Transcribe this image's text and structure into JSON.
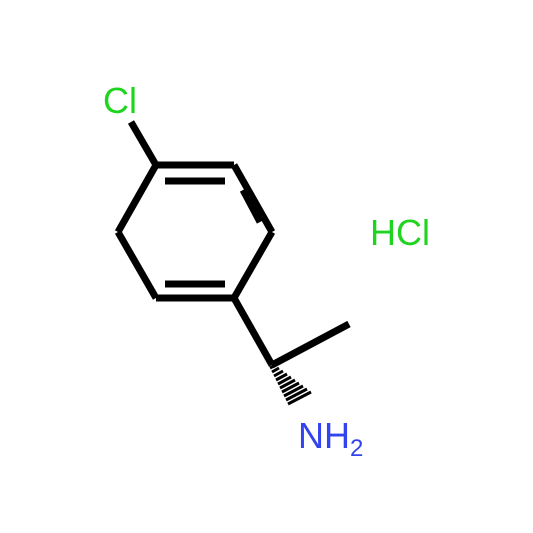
{
  "structure": {
    "atoms": {
      "chlorine": {
        "symbol": "Cl",
        "color": "#1fd41f"
      },
      "amine": {
        "symbol": "NH",
        "subscript": "2",
        "color": "#3344ee"
      }
    },
    "counterion": {
      "label": "HCl",
      "color": "#1fd41f"
    },
    "bond_color": "#000000",
    "stereo_bond": "hashed-wedge"
  }
}
